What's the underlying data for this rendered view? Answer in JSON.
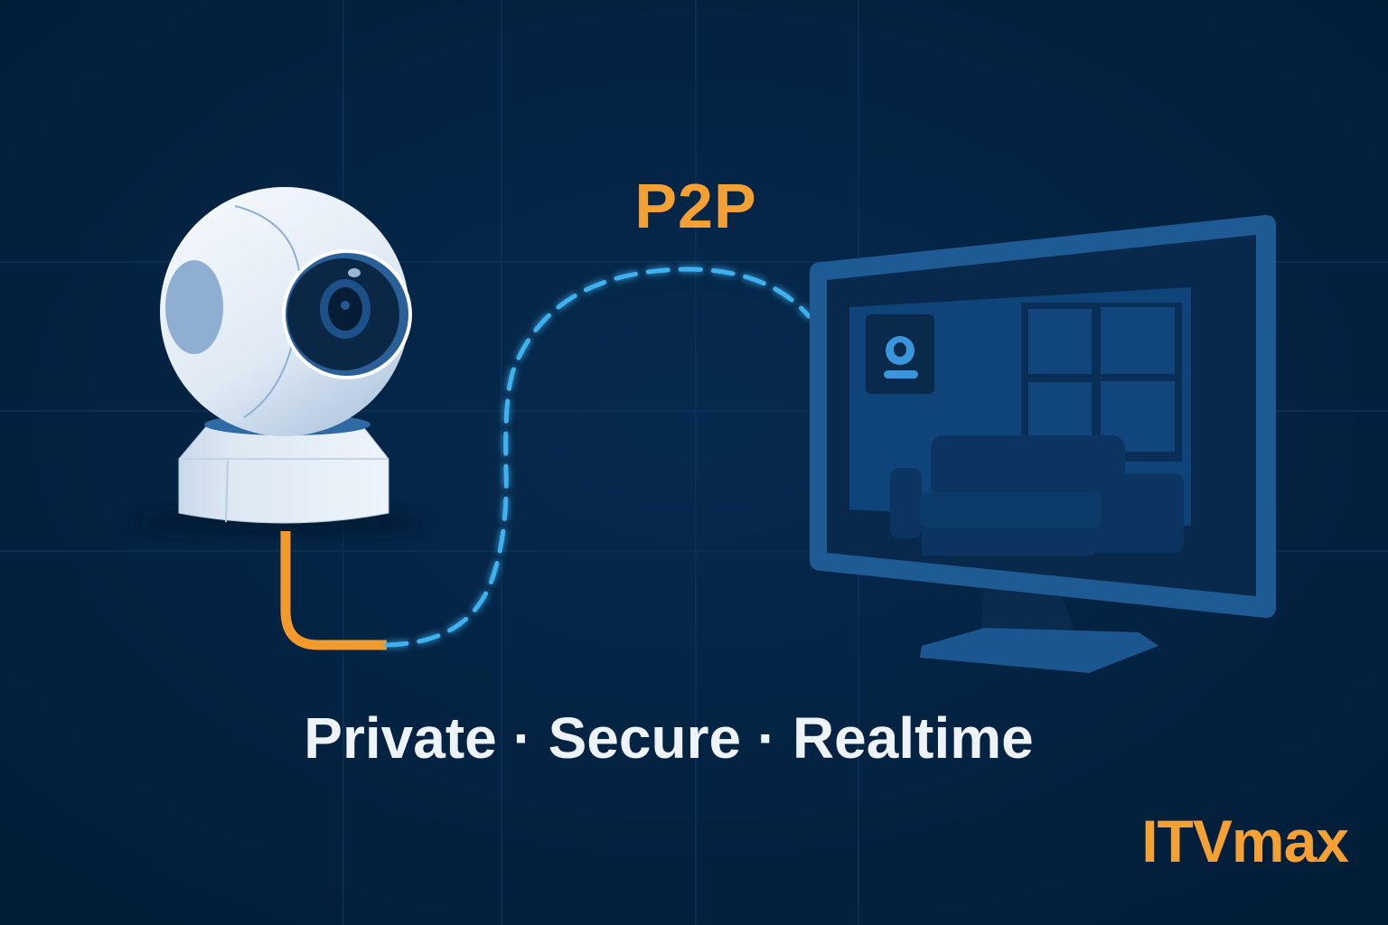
{
  "headline": {
    "label": "P2P",
    "color": "#f5a033"
  },
  "tagline": {
    "text": "Private · Secure · Realtime",
    "items": [
      "Private",
      "Secure",
      "Realtime"
    ],
    "separator": "·",
    "color": "#eef3f9"
  },
  "brand": {
    "logo_text": "ITVmax",
    "color": "#f5a033"
  },
  "illustration": {
    "camera": {
      "icon": "security-camera-icon",
      "body_color": "#e4edf7",
      "lens_color": "#0b2a4d"
    },
    "cable": {
      "color": "#f39a2c"
    },
    "connection": {
      "style": "dashed",
      "color": "#3fb1ef",
      "label": "P2P"
    },
    "monitor": {
      "icon": "monitor-icon",
      "frame_color": "#1e5a94",
      "screen_color": "#0b3b6e",
      "scene": [
        "window",
        "sofa",
        "camera-badge"
      ],
      "badge_icon": "webcam-icon",
      "badge_color": "#3a96dc"
    }
  },
  "colors": {
    "background": "#03213f",
    "grid": "#0d3358",
    "accent": "#f5a033",
    "glow": "#3fb1ef"
  }
}
